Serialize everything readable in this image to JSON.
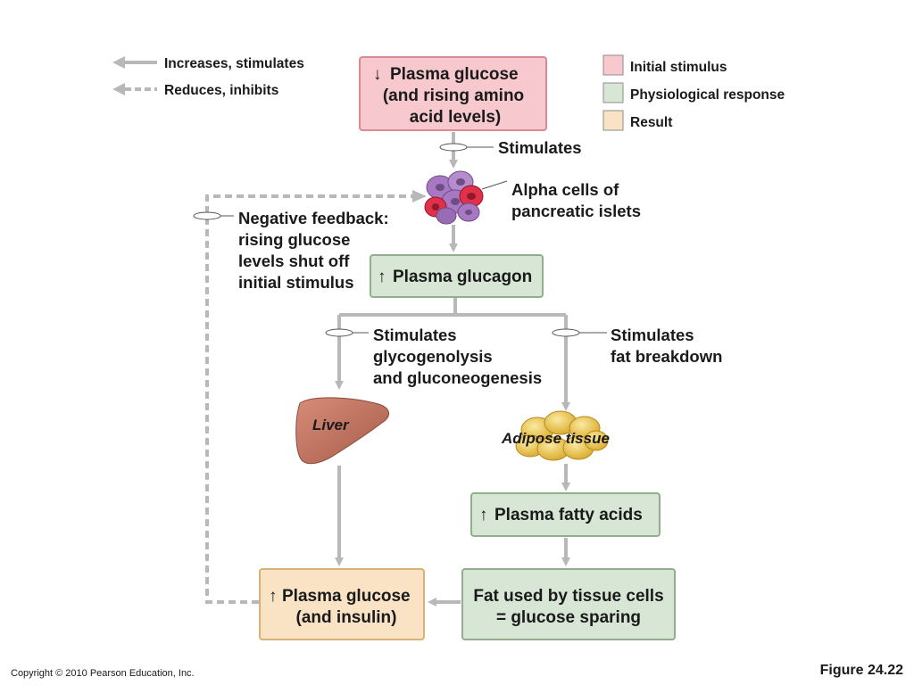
{
  "legend": {
    "solid_arrow_label": "Increases, stimulates",
    "dashed_arrow_label": "Reduces, inhibits",
    "items": [
      {
        "label": "Initial stimulus",
        "color": "#f7c9cf"
      },
      {
        "label": "Physiological response",
        "color": "#d7e6d5"
      },
      {
        "label": "Result",
        "color": "#f9e3c4"
      }
    ]
  },
  "boxes": {
    "plasma_glucose_low": {
      "lines": [
        "Plasma glucose",
        "(and rising amino",
        "acid levels)"
      ],
      "arrow": "↓",
      "fill": "#f7c9cf",
      "stroke": "#d88a95"
    },
    "plasma_glucagon": {
      "lines": [
        "Plasma glucagon"
      ],
      "arrow": "↑",
      "fill": "#d7e6d5",
      "stroke": "#8fb08a"
    },
    "plasma_fatty_acids": {
      "lines": [
        "Plasma fatty acids"
      ],
      "arrow": "↑",
      "fill": "#d7e6d5",
      "stroke": "#8fb08a"
    },
    "fat_used": {
      "lines": [
        "Fat used by tissue cells",
        "= glucose sparing"
      ],
      "fill": "#d7e6d5",
      "stroke": "#8fb08a"
    },
    "plasma_glucose_high": {
      "lines": [
        "Plasma glucose",
        "(and insulin)"
      ],
      "arrow": "↑",
      "fill": "#f9e3c4",
      "stroke": "#d6b27a"
    }
  },
  "labels": {
    "stimulates_top": "Stimulates",
    "alpha_cells": [
      "Alpha cells of",
      "pancreatic islets"
    ],
    "negative_feedback": [
      "Negative feedback:",
      "rising glucose",
      "levels shut off",
      "initial stimulus"
    ],
    "stimulates_glyco": [
      "Stimulates",
      "glycogenolysis",
      "and gluconeogenesis"
    ],
    "stimulates_fat": [
      "Stimulates",
      "fat breakdown"
    ],
    "liver": "Liver",
    "adipose": "Adipose tissue"
  },
  "colors": {
    "arrow": "#b8b8b8",
    "liver": "#c07562",
    "adipose": "#e8c547",
    "alpha_purple": "#a879c2",
    "alpha_red": "#e0304a"
  },
  "footer": {
    "copyright": "Copyright © 2010 Pearson Education, Inc.",
    "figure": "Figure 24.22"
  }
}
